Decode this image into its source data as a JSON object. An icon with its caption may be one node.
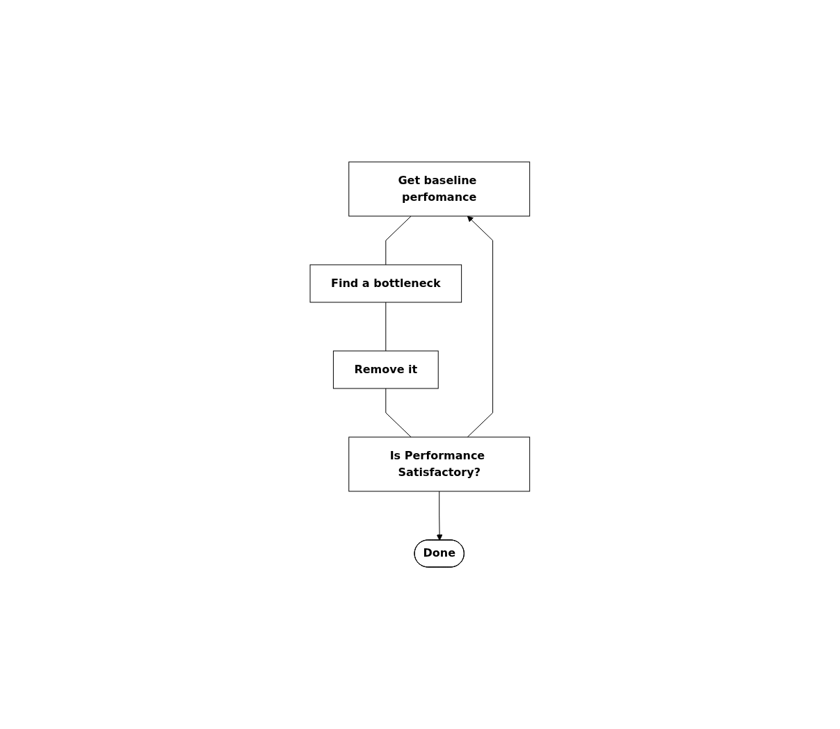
{
  "diagram": {
    "nodes": [
      {
        "text": [
          "Get baseline perfomance"
        ]
      },
      {
        "text": [
          "Find a bottleneck"
        ]
      },
      {
        "text": [
          "Remove it"
        ]
      },
      {
        "text": [
          "Is Performance Satisfactory?"
        ]
      },
      {
        "text": [
          "Done"
        ]
      }
    ],
    "edges": [
      {
        "from": 0,
        "to": 1,
        "arrow": "none"
      },
      {
        "from": 1,
        "to": 2,
        "arrow": "none"
      },
      {
        "from": 2,
        "to": 3,
        "arrow": "none"
      },
      {
        "from": 3,
        "to": 0,
        "arrow": "to"
      },
      {
        "from": 3,
        "to": 4,
        "arrow": "to"
      }
    ]
  }
}
